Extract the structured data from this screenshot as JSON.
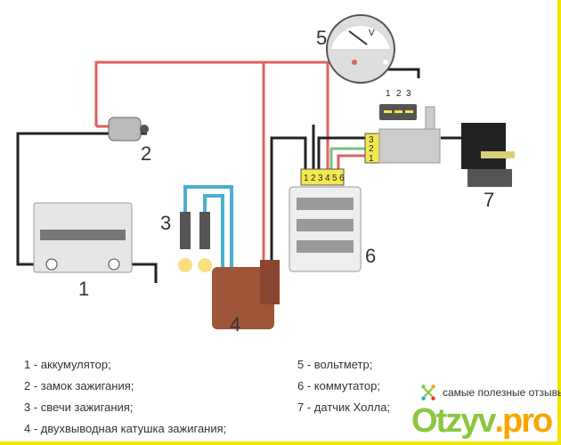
{
  "diagram": {
    "labels": [
      "1",
      "2",
      "3",
      "4",
      "5",
      "6",
      "7"
    ],
    "voltmeter_unit": "V",
    "commutator_pins": [
      "1",
      "2",
      "3",
      "4",
      "5",
      "6"
    ],
    "sensor_connector_pins": [
      "1",
      "2",
      "3"
    ],
    "sensor_plug_pins": [
      "1",
      "2",
      "3"
    ],
    "colors": {
      "red_wire": "#e06060",
      "black_wire": "#222222",
      "blue_wire": "#4ab0d0",
      "green_wire": "#7cc07c",
      "pin_yellow": "#f2e94e",
      "coil": "#a0553a"
    }
  },
  "legend": [
    "1 - аккумулятор;",
    "2 - замок зажигания;",
    "3 - свечи зажигания;",
    "4 - двухвыводная катушка зажигания;",
    "5 - вольтметр;",
    "6 - коммутатор;",
    "7 - датчик Холла;"
  ],
  "watermark": {
    "tagline": "самые полезные отзывы",
    "brand_main": "Otzyv",
    "brand_suffix": ".pro"
  }
}
